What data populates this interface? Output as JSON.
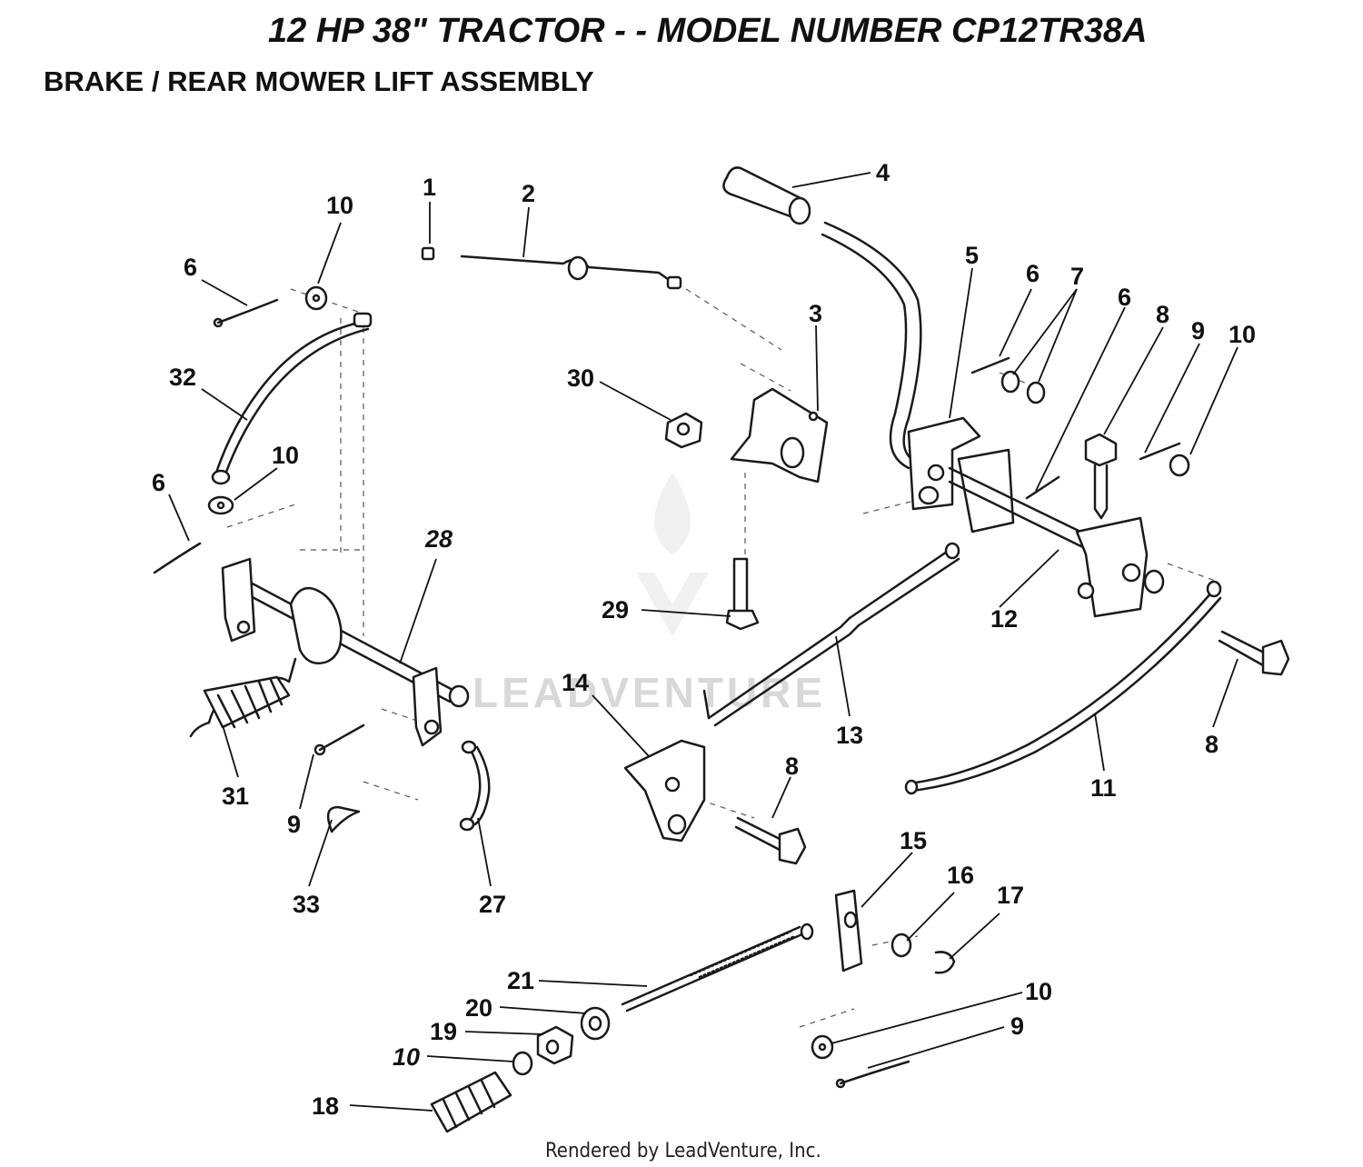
{
  "title": "12 HP 38\" TRACTOR - - MODEL NUMBER CP12TR38A",
  "subtitle": "BRAKE / REAR MOWER LIFT ASSEMBLY",
  "footer": "Rendered by LeadVenture, Inc.",
  "watermark": "LEADVENTURE",
  "callouts": {
    "c1": "1",
    "c2": "2",
    "c3": "3",
    "c4": "4",
    "c5": "5",
    "c6a": "6",
    "c6b": "6",
    "c6c": "6",
    "c6d": "6",
    "c7": "7",
    "c8a": "8",
    "c8b": "8",
    "c8c": "8",
    "c9a": "9",
    "c9b": "9",
    "c9c": "9",
    "c10a": "10",
    "c10b": "10",
    "c10c": "10",
    "c10d": "10",
    "c10e": "10",
    "c11": "11",
    "c12": "12",
    "c13": "13",
    "c14": "14",
    "c15": "15",
    "c16": "16",
    "c17": "17",
    "c18": "18",
    "c19": "19",
    "c20": "20",
    "c21": "21",
    "c27": "27",
    "c28": "28",
    "c29": "29",
    "c30": "30",
    "c31": "31",
    "c32": "32",
    "c33": "33"
  }
}
